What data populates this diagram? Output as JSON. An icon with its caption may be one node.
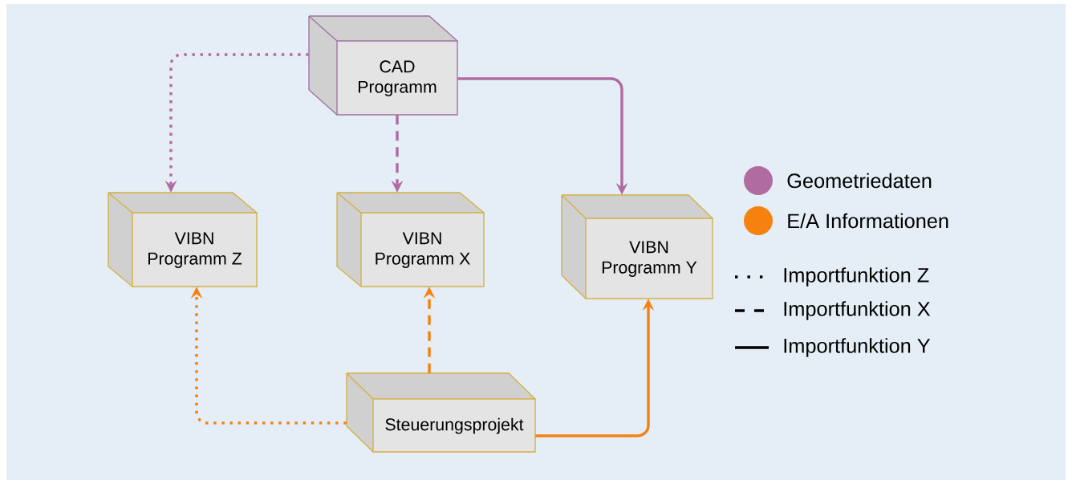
{
  "diagram": {
    "nodes": [
      {
        "text": [
          "CAD Programm"
        ]
      },
      {
        "text": [
          "VIBN Programm Z"
        ]
      },
      {
        "text": [
          "VIBN Programm X"
        ]
      },
      {
        "text": [
          "VIBN Programm Y"
        ]
      },
      {
        "text": [
          "Steuerungsprojekt"
        ]
      }
    ],
    "edges": [
      {
        "from": 0,
        "to": 1,
        "arrow": "to",
        "style": "dashed",
        "color": "#b06ca0"
      },
      {
        "from": 0,
        "to": 2,
        "arrow": "to",
        "style": "dashed",
        "color": "#b06ca0"
      },
      {
        "from": 0,
        "to": 3,
        "arrow": "to",
        "color": "#b06ca0"
      },
      {
        "from": 4,
        "to": 1,
        "arrow": "to",
        "style": "dashed",
        "color": "#f5820f"
      },
      {
        "from": 4,
        "to": 2,
        "arrow": "to",
        "style": "dashed",
        "color": "#f5820f"
      },
      {
        "from": 4,
        "to": 3,
        "arrow": "to",
        "color": "#f5820f"
      }
    ],
    "legend": [
      {
        "text": "Geometriedaten",
        "color": "#b06ca0"
      },
      {
        "text": "E/A Informationen",
        "color": "#f5820f"
      },
      {
        "text": "Importfunktion Z"
      },
      {
        "text": "Importfunktion X"
      },
      {
        "text": "Importfunktion Y"
      }
    ]
  }
}
